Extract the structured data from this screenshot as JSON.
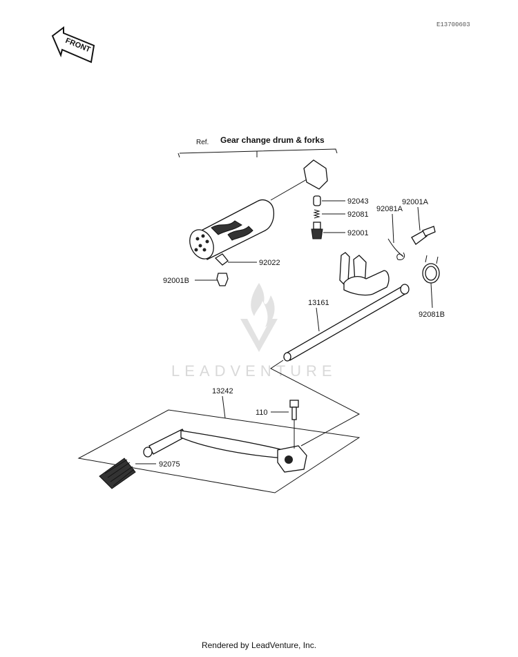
{
  "diagram_code": "E13700603",
  "front_label": "FRONT",
  "ref_group": {
    "prefix": "Ref.",
    "title": "Gear change drum & forks"
  },
  "parts": [
    {
      "id": "92043",
      "label": "92043"
    },
    {
      "id": "92081",
      "label": "92081"
    },
    {
      "id": "92001",
      "label": "92001"
    },
    {
      "id": "92081A",
      "label": "92081A"
    },
    {
      "id": "92001A",
      "label": "92001A"
    },
    {
      "id": "92022",
      "label": "92022"
    },
    {
      "id": "92001B",
      "label": "92001B"
    },
    {
      "id": "13161",
      "label": "13161"
    },
    {
      "id": "92081B",
      "label": "92081B"
    },
    {
      "id": "13242",
      "label": "13242"
    },
    {
      "id": "110",
      "label": "110"
    },
    {
      "id": "92075",
      "label": "92075"
    }
  ],
  "watermark": "LEADVENTURE",
  "footer": "Rendered by LeadVenture, Inc."
}
